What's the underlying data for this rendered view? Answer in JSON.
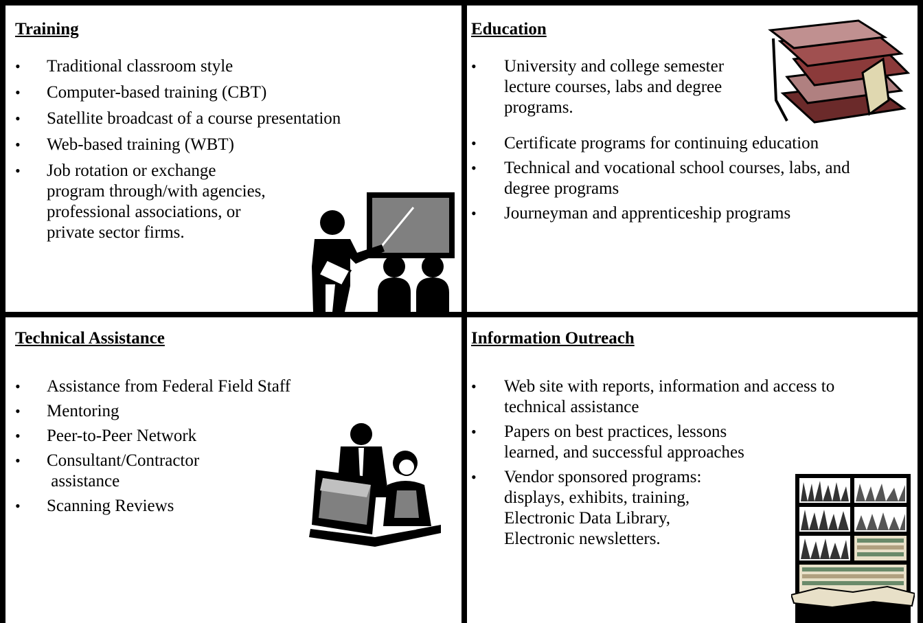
{
  "quadrants": {
    "training": {
      "title": "Training",
      "items": [
        "Traditional classroom style",
        "Computer-based training (CBT)",
        "Satellite broadcast of a course presentation",
        "Web-based training (WBT)",
        "Job rotation or exchange\nprogram through/with agencies,\nprofessional associations, or\nprivate sector firms."
      ]
    },
    "education": {
      "title": "Education",
      "items": [
        "University and college semester\nlecture courses, labs and degree\nprograms.",
        "Certificate programs for continuing education",
        "Technical and vocational school courses, labs, and\ndegree programs",
        "Journeyman and apprenticeship programs"
      ]
    },
    "technical": {
      "title": "Technical Assistance",
      "items": [
        "Assistance from Federal Field Staff",
        "Mentoring",
        "Peer-to-Peer Network",
        "Consultant/Contractor\n assistance",
        "Scanning Reviews"
      ]
    },
    "outreach": {
      "title": "Information Outreach",
      "items": [
        "Web site with reports, information and access to\ntechnical assistance",
        "Papers on best practices, lessons\nlearned, and successful approaches",
        "Vendor sponsored programs:\ndisplays, exhibits, training,\nElectronic Data Library,\nElectronic newsletters."
      ]
    }
  },
  "bullet_glyph": "•",
  "colors": {
    "border": "#000000",
    "board": "#808080",
    "book_red": "#8b3a3a",
    "paper": "#e8e0c8"
  },
  "icons": [
    "teacher-classroom-icon",
    "books-stack-icon",
    "computer-assistance-icon",
    "bookshelf-icon"
  ]
}
